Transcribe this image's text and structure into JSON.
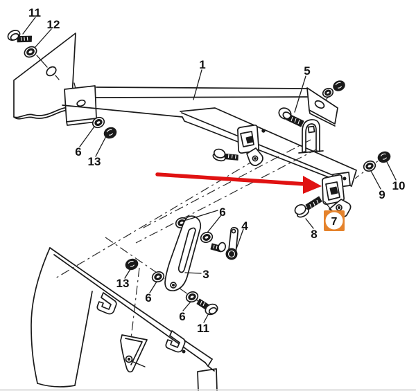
{
  "diagram": {
    "background": "#ffffff",
    "line_color": "#1a1a1a",
    "bottom_border_color": "#d9d9d9",
    "labels": {
      "l11a": "11",
      "l12": "12",
      "l1": "1",
      "l5": "5",
      "l6a": "6",
      "l13a": "13",
      "l6b": "6",
      "l4": "4",
      "l3": "3",
      "l6c": "6",
      "l6d": "6",
      "l11b": "11",
      "l13b": "13",
      "l8": "8",
      "l7": "7",
      "l9": "9",
      "l10": "10"
    },
    "highlight": {
      "arrow_color": "#e01212",
      "box_color": "#e5832c",
      "box_inner_color": "#ffffff"
    }
  }
}
